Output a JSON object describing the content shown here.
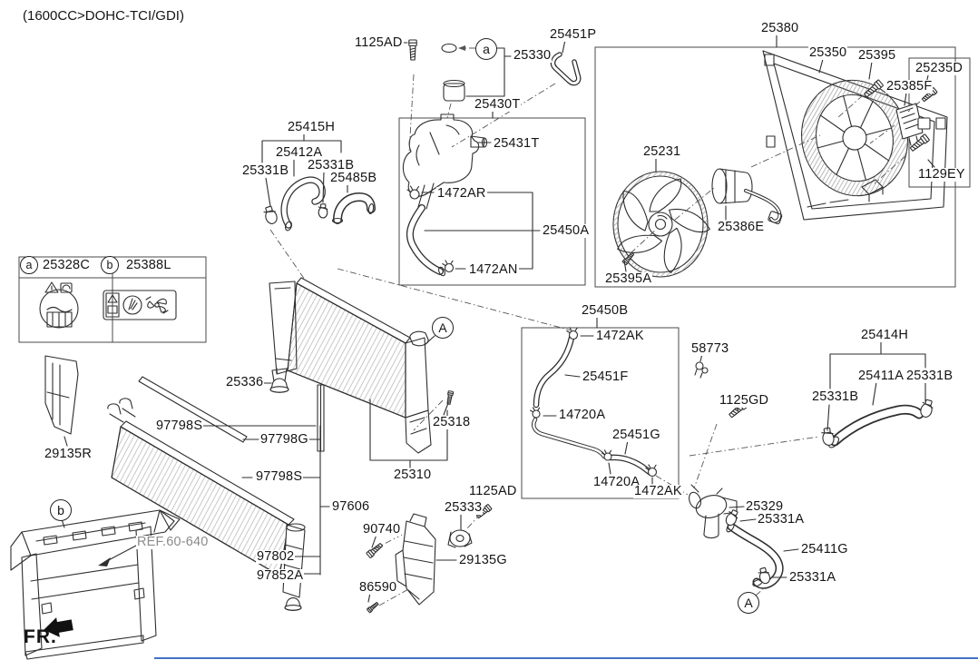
{
  "title": "(1600CC>DOHC-TCI/GDI)",
  "footer": {
    "fr": "FR."
  },
  "reference": {
    "label": "REF.60-640"
  },
  "legend": {
    "a_letter": "a",
    "a_code": "25328C",
    "b_letter": "b",
    "b_code": "25388L"
  },
  "markers": {
    "cap_a": "a",
    "carrier_b": "b",
    "view_a_radiator": "A",
    "view_a_hose": "A"
  },
  "colors": {
    "bottom_rule": "#4472c4",
    "line": "#2e2e2e"
  },
  "labels": {
    "p1125AD_top": "1125AD",
    "p25330": "25330",
    "p25451P": "25451P",
    "p25380": "25380",
    "p25350": "25350",
    "p25395": "25395",
    "p25235D": "25235D",
    "p25385F": "25385F",
    "p1129EY": "1129EY",
    "p25231": "25231",
    "p25386E": "25386E",
    "p25395A": "25395A",
    "p25415H": "25415H",
    "p25412A": "25412A",
    "p25331B_1": "25331B",
    "p25331B_2": "25331B",
    "p25485B": "25485B",
    "p25430T": "25430T",
    "p25431T": "25431T",
    "p1472AR": "1472AR",
    "p25450A": "25450A",
    "p1472AN": "1472AN",
    "p25336": "25336",
    "p97798S_1": "97798S",
    "p97798G": "97798G",
    "p97798S_2": "97798S",
    "p29135R": "29135R",
    "p97606": "97606",
    "p97802": "97802",
    "p97852A": "97852A",
    "p25310": "25310",
    "p25318": "25318",
    "p1125AD_2": "1125AD",
    "p25333": "25333",
    "p90740": "90740",
    "p29135G": "29135G",
    "p86590": "86590",
    "p25450B": "25450B",
    "p1472AK_1": "1472AK",
    "p25451F": "25451F",
    "p14720A_1": "14720A",
    "p25451G": "25451G",
    "p14720A_2": "14720A",
    "p1472AK_2": "1472AK",
    "p58773": "58773",
    "p1125GD": "1125GD",
    "p25414H": "25414H",
    "p25411A": "25411A",
    "p25331B_3": "25331B",
    "p25331B_4": "25331B",
    "p25329": "25329",
    "p25331A_1": "25331A",
    "p25411G": "25411G",
    "p25331A_2": "25331A"
  }
}
